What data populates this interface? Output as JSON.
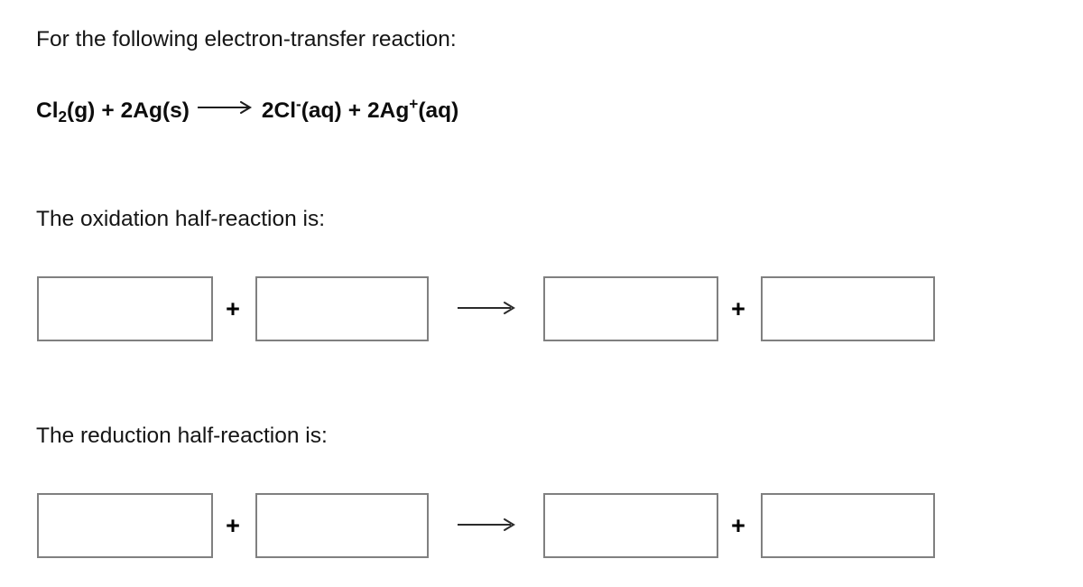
{
  "question": {
    "intro_text": "For the following electron-transfer reaction:",
    "oxidation_prompt": "The oxidation half-reaction is:",
    "reduction_prompt": "The reduction half-reaction is:"
  },
  "equation": {
    "reactant_1": {
      "formula": "Cl",
      "subscript": "2",
      "state": "(g)"
    },
    "plus_1": "+",
    "reactant_2": {
      "coefficient_formula": "2Ag",
      "state": "(s)"
    },
    "arrow": "⟶",
    "product_1": {
      "coefficient_formula": "2Cl",
      "charge": "-",
      "state": "(aq)"
    },
    "plus_2": "+",
    "product_2": {
      "coefficient_formula": "2Ag",
      "charge": "+",
      "state": "(aq)"
    },
    "plain_text": "Cl2(g) + 2Ag(s) ⟶ 2Cl-(aq) + 2Ag+(aq)"
  },
  "answers": {
    "oxidation": {
      "boxes": [
        {
          "value": "",
          "placeholder": ""
        },
        {
          "value": "",
          "placeholder": ""
        },
        {
          "value": "",
          "placeholder": ""
        },
        {
          "value": "",
          "placeholder": ""
        }
      ],
      "plus_1": "+",
      "plus_2": "+",
      "arrow": "⟶"
    },
    "reduction": {
      "boxes": [
        {
          "value": "",
          "placeholder": ""
        },
        {
          "value": "",
          "placeholder": ""
        },
        {
          "value": "",
          "placeholder": ""
        },
        {
          "value": "",
          "placeholder": ""
        }
      ],
      "plus_1": "+",
      "plus_2": "+",
      "arrow": "⟶"
    }
  },
  "style": {
    "background": "#ffffff",
    "text_color": "#151515",
    "box_border_color": "#808080",
    "arrow_color": "#2b2b2b"
  }
}
